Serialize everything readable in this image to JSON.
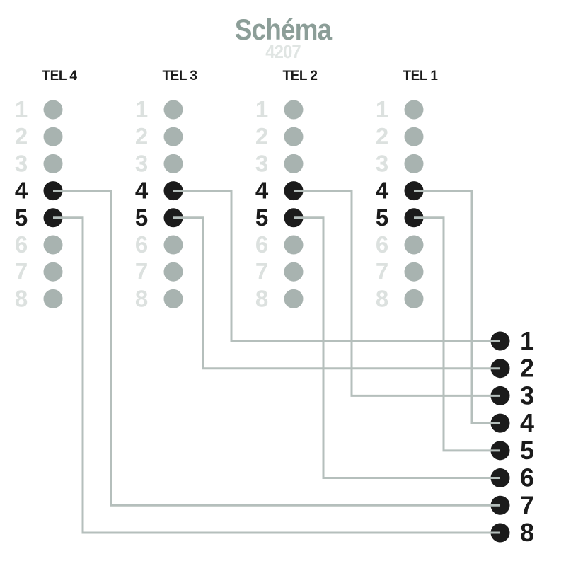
{
  "title": "Schéma",
  "subtitle": "4207",
  "colors": {
    "title": "#8c9e98",
    "subtitle": "#e0e5e3",
    "active": "#1b1b1b",
    "inactive_dot": "#a8b3b0",
    "inactive_number": "#dce1df",
    "wire": "#b5bfbc",
    "header": "#1b1b1b"
  },
  "connectors": [
    {
      "label": "TEL 4"
    },
    {
      "label": "TEL 3"
    },
    {
      "label": "TEL 2"
    },
    {
      "label": "TEL 1"
    }
  ],
  "pins": [
    1,
    2,
    3,
    4,
    5,
    6,
    7,
    8
  ],
  "active_pins": [
    4,
    5
  ],
  "terminals": [
    1,
    2,
    3,
    4,
    5,
    6,
    7,
    8
  ],
  "connections": [
    {
      "connector": "TEL 3",
      "pin": 4,
      "terminal": 1
    },
    {
      "connector": "TEL 3",
      "pin": 5,
      "terminal": 2
    },
    {
      "connector": "TEL 2",
      "pin": 4,
      "terminal": 3
    },
    {
      "connector": "TEL 1",
      "pin": 4,
      "terminal": 4
    },
    {
      "connector": "TEL 1",
      "pin": 5,
      "terminal": 5
    },
    {
      "connector": "TEL 2",
      "pin": 5,
      "terminal": 6
    },
    {
      "connector": "TEL 4",
      "pin": 4,
      "terminal": 7
    },
    {
      "connector": "TEL 4",
      "pin": 5,
      "terminal": 8
    }
  ]
}
